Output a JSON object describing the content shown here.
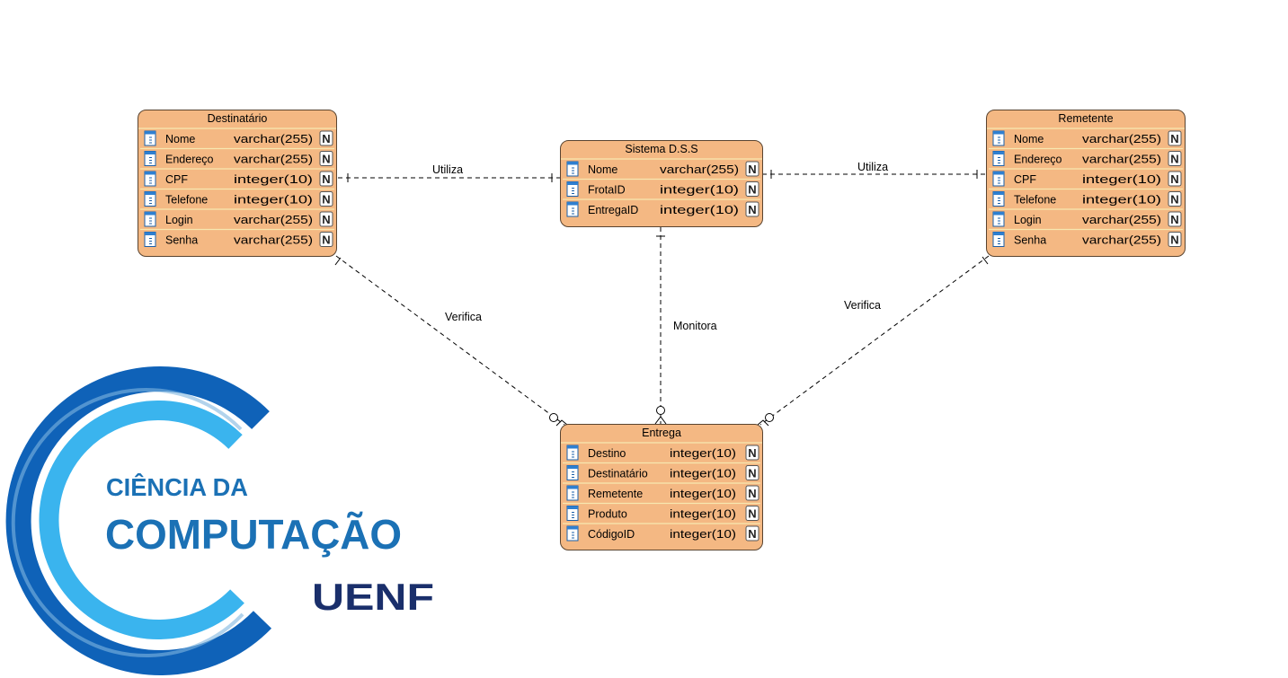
{
  "colors": {
    "entity_fill": "#f4b883",
    "entity_border": "#5a4430",
    "row_divider": "#f7e7b0",
    "connector": "#000000",
    "logo_text": "#1b71b5",
    "logo_uenf": "#1a2f6b",
    "logo_ring_dark": "#0f6ec2",
    "logo_ring_light": "#3ab4ee"
  },
  "entities": {
    "destinatario": {
      "title": "Destinatário",
      "rows": [
        {
          "name": "Nome",
          "type": "varchar(255)",
          "flag": "N"
        },
        {
          "name": "Endereço",
          "type": "varchar(255)",
          "flag": "N"
        },
        {
          "name": "CPF",
          "type": "integer(10)",
          "flag": "N"
        },
        {
          "name": "Telefone",
          "type": "integer(10)",
          "flag": "N"
        },
        {
          "name": "Login",
          "type": "varchar(255)",
          "flag": "N"
        },
        {
          "name": "Senha",
          "type": "varchar(255)",
          "flag": "N"
        }
      ]
    },
    "sistema": {
      "title": "Sistema D.S.S",
      "rows": [
        {
          "name": "Nome",
          "type": "varchar(255)",
          "flag": "N"
        },
        {
          "name": "FrotaID",
          "type": "integer(10)",
          "flag": "N"
        },
        {
          "name": "EntregaID",
          "type": "integer(10)",
          "flag": "N"
        }
      ]
    },
    "remetente": {
      "title": "Remetente",
      "rows": [
        {
          "name": "Nome",
          "type": "varchar(255)",
          "flag": "N"
        },
        {
          "name": "Endereço",
          "type": "varchar(255)",
          "flag": "N"
        },
        {
          "name": "CPF",
          "type": "integer(10)",
          "flag": "N"
        },
        {
          "name": "Telefone",
          "type": "integer(10)",
          "flag": "N"
        },
        {
          "name": "Login",
          "type": "varchar(255)",
          "flag": "N"
        },
        {
          "name": "Senha",
          "type": "varchar(255)",
          "flag": "N"
        }
      ]
    },
    "entrega": {
      "title": "Entrega",
      "rows": [
        {
          "name": "Destino",
          "type": "integer(10)",
          "flag": "N"
        },
        {
          "name": "Destinatário",
          "type": "integer(10)",
          "flag": "N"
        },
        {
          "name": "Remetente",
          "type": "integer(10)",
          "flag": "N"
        },
        {
          "name": "Produto",
          "type": "integer(10)",
          "flag": "N"
        },
        {
          "name": "CódigoID",
          "type": "integer(10)",
          "flag": "N"
        }
      ]
    }
  },
  "relationships": [
    {
      "id": "dest-sistema",
      "label": "Utiliza"
    },
    {
      "id": "sistema-rem",
      "label": "Utiliza"
    },
    {
      "id": "dest-entrega",
      "label": "Verifica"
    },
    {
      "id": "rem-entrega",
      "label": "Verifica"
    },
    {
      "id": "sistema-entrega",
      "label": "Monitora"
    }
  ],
  "logo": {
    "line1": "CIÊNCIA DA",
    "line2": "COMPUTAÇÃO",
    "line3": "UENF"
  }
}
